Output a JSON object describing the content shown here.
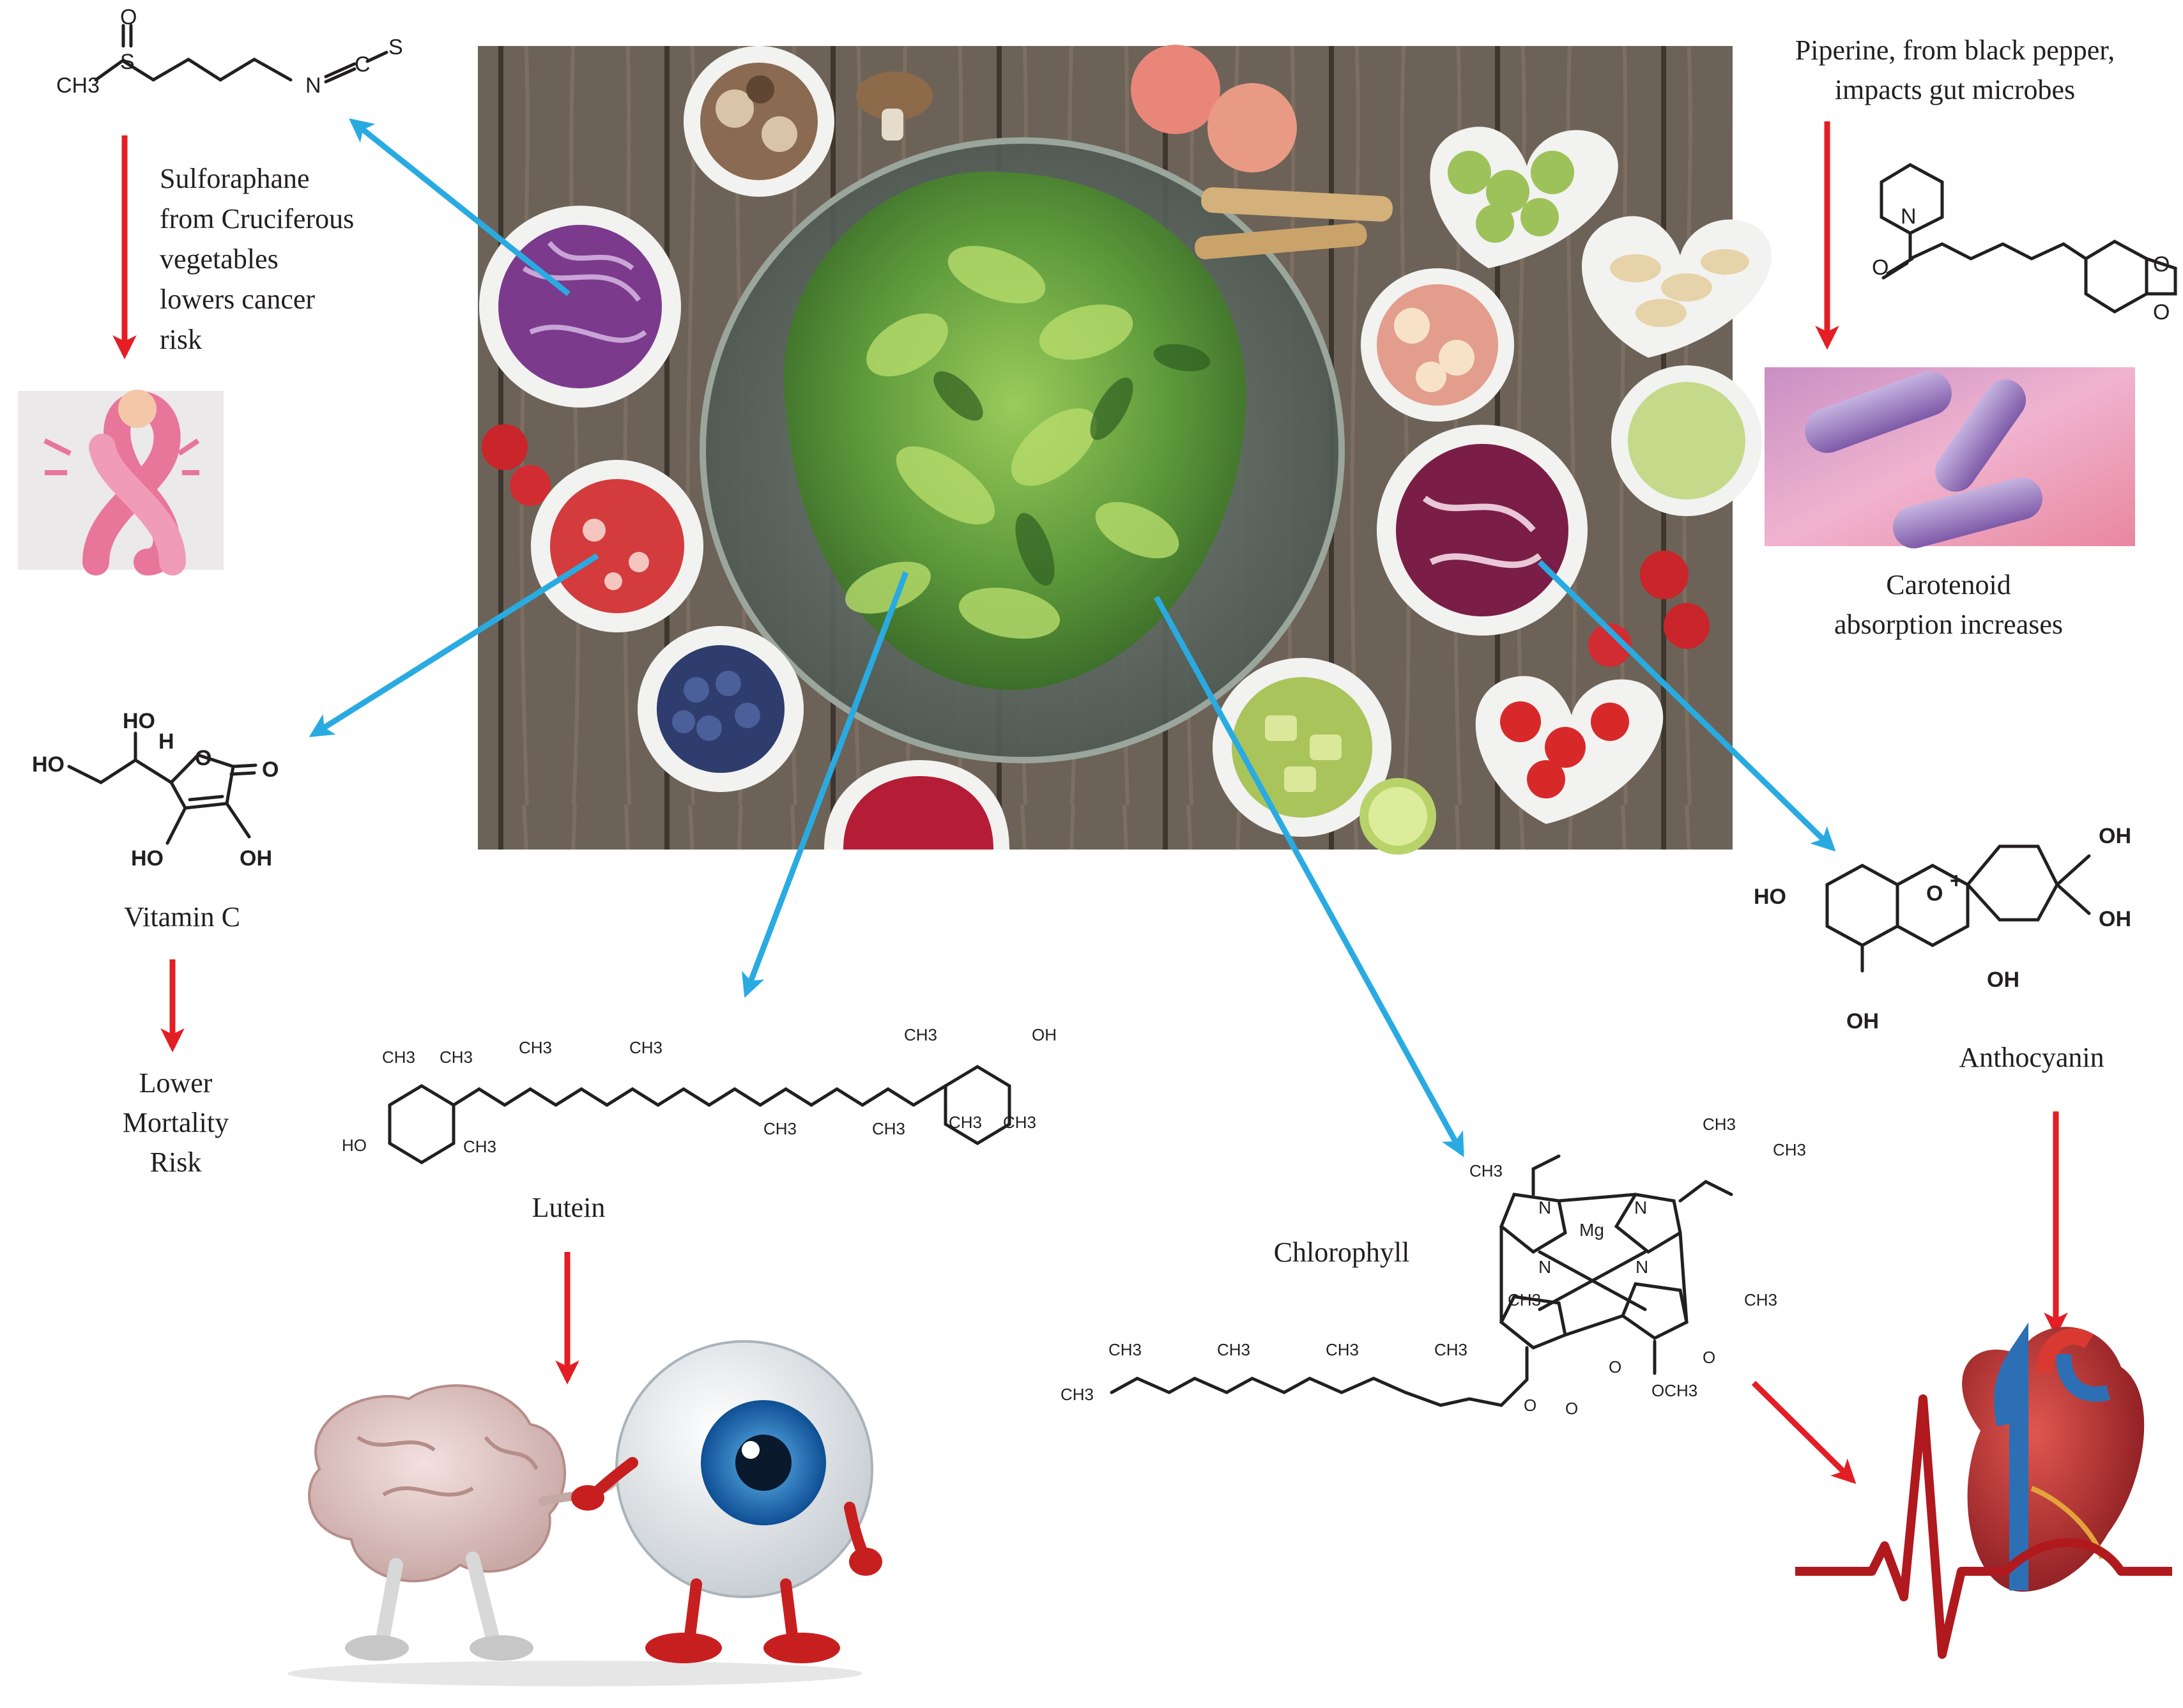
{
  "labels": {
    "sulforaphane": [
      "Sulforaphane",
      "from Cruciferous",
      "vegetables",
      "lowers cancer",
      "risk"
    ],
    "piperine": [
      "Piperine, from black pepper,",
      "impacts gut microbes"
    ],
    "carotenoid": [
      "Carotenoid",
      "absorption increases"
    ],
    "vitamin_c": "Vitamin C",
    "lower_mortality": [
      "Lower",
      "Mortality",
      "Risk"
    ],
    "lutein": "Lutein",
    "chlorophyll": "Chlorophyll",
    "anthocyanin": "Anthocyanin"
  },
  "chem_text": {
    "sulforaphane": {
      "s": "S",
      "o": "O",
      "ch3": "CH3",
      "n": "N",
      "c": "C",
      "s2": "S"
    },
    "vitamin_c": {
      "ho_top": "HO",
      "h": "H",
      "ho_left": "HO",
      "o_ring": "O",
      "o_keto": "O",
      "ho_bottom": "HO",
      "oh_bottom": "OH"
    },
    "piperine": {
      "n": "N",
      "o_carbonyl": "O",
      "o1": "O",
      "o2": "O"
    },
    "anthocyanin": {
      "ho_left": "HO",
      "o_plus": "O",
      "plus": "+",
      "oh_top": "OH",
      "oh_right": "OH",
      "oh_mid": "OH",
      "oh_bottom": "OH"
    },
    "lutein": {
      "ch3_a": "CH3",
      "ch3_b": "CH3",
      "ch3_c": "CH3",
      "ch3_d": "CH3",
      "ch3_e": "CH3",
      "ch3_f": "CH3",
      "ch3_g": "CH3",
      "ch3_h": "CH3",
      "ch3_i": "CH3",
      "ch3_j": "CH3",
      "ho": "HO",
      "oh": "OH"
    },
    "chlorophyll": {
      "mg": "Mg",
      "n1": "N",
      "n2": "N",
      "n3": "N",
      "n4": "N",
      "ch3_a": "CH3",
      "ch3_b": "CH3",
      "ch3_c": "CH3",
      "ch3_d": "CH3",
      "ch3_e": "CH3",
      "ch3_f": "CH3",
      "ch3_g": "CH3",
      "ch3_h": "CH3",
      "ch3_i": "CH3",
      "ch3_j": "CH3",
      "o1": "O",
      "o2": "O",
      "o3": "O",
      "o4": "O",
      "och3": "OCH3"
    }
  },
  "colors": {
    "pointer_arrow": "#29abe2",
    "effect_arrow": "#e31e24",
    "ribbon": "#e8759a",
    "microbe_bg": "#e9a3c9",
    "heart": "#b5262a",
    "vein": "#2d6fb5",
    "ecg": "#b0191e",
    "eye_iris": "#1f77c4"
  }
}
